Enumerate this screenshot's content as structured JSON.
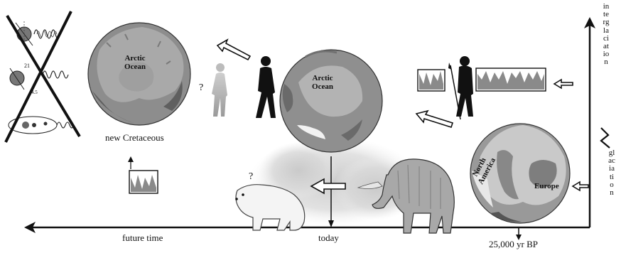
{
  "labels": {
    "future_time": "future time",
    "today": "today",
    "bp": "25,000 yr BP",
    "new_cretaceous": "new Cretaceous",
    "question_upper": "?",
    "question_lower": "?",
    "interglaciation": "interglaciation",
    "glaciation": "glaciation"
  },
  "globes": {
    "cretaceous": {
      "ocean_line1": "Arctic",
      "ocean_line2": "Ocean"
    },
    "today": {
      "ocean_line1": "Arctic",
      "ocean_line2": "Ocean"
    },
    "ice_age": {
      "north_america_line1": "North",
      "north_america_line2": "America",
      "europe": "Europe"
    }
  },
  "icons": [
    "milankovitch-orbital-forcing-icon",
    "walking-human-icon",
    "fading-human-icon",
    "hunter-with-spear-icon",
    "climate-record-icon",
    "polar-bear-icon",
    "woolly-mammoth-icon",
    "fog-cloud-icon"
  ],
  "colors": {
    "ink": "#111111",
    "globe_dark": "#6f6f6f",
    "globe_mid": "#9a9a9a",
    "globe_light": "#d2d2d2",
    "ice": "#f2f2f2"
  }
}
